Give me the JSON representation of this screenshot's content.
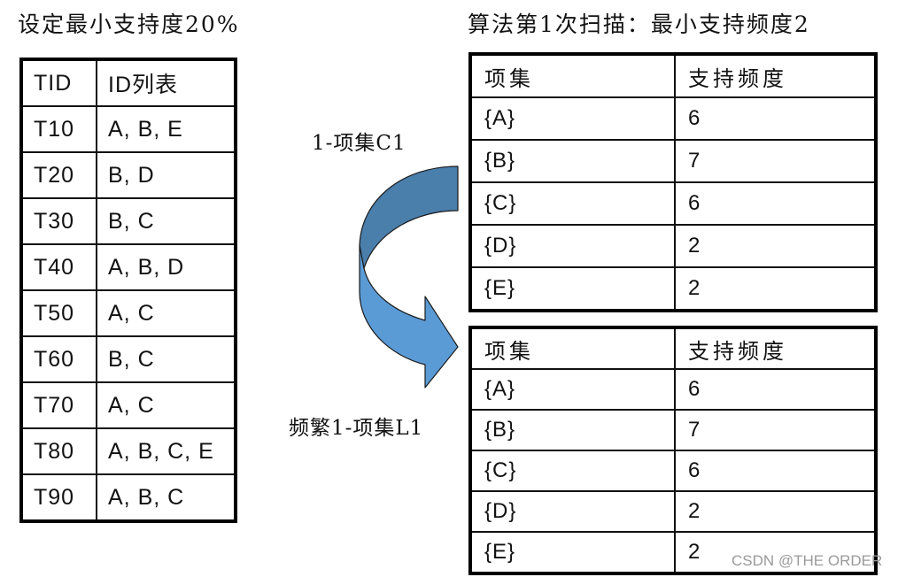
{
  "left_title": "设定最小支持度20%",
  "right_title": "算法第1次扫描：最小支持频度2",
  "transactions": {
    "headers": [
      "TID",
      "ID列表"
    ],
    "rows": [
      [
        "T10",
        "A, B, E"
      ],
      [
        "T20",
        "B, D"
      ],
      [
        "T30",
        "B, C"
      ],
      [
        "T40",
        "A, B, D"
      ],
      [
        "T50",
        "A, C"
      ],
      [
        "T60",
        "B, C"
      ],
      [
        "T70",
        "A, C"
      ],
      [
        "T80",
        "A, B, C, E"
      ],
      [
        "T90",
        "A, B, C"
      ]
    ]
  },
  "candidate_c1": {
    "label": "1-项集C1",
    "headers": [
      "项集",
      "支持频度"
    ],
    "rows": [
      [
        "{A}",
        "6"
      ],
      [
        "{B}",
        "7"
      ],
      [
        "{C}",
        "6"
      ],
      [
        "{D}",
        "2"
      ],
      [
        "{E}",
        "2"
      ]
    ]
  },
  "frequent_l1": {
    "label": "频繁1-项集L1",
    "headers": [
      "项集",
      "支持频度"
    ],
    "rows": [
      [
        "{A}",
        "6"
      ],
      [
        "{B}",
        "7"
      ],
      [
        "{C}",
        "6"
      ],
      [
        "{D}",
        "2"
      ],
      [
        "{E}",
        "2"
      ]
    ]
  },
  "arrow": {
    "top_color": "#4a7eab",
    "bottom_color": "#5b9bd5",
    "stroke_color": "#1a1a1a"
  },
  "watermark": "CSDN @THE ORDER"
}
